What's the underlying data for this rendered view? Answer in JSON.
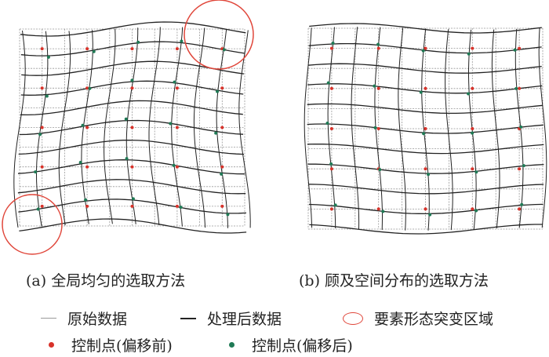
{
  "captions": {
    "a": "(a) 全局均匀的选取方法",
    "b": "(b) 顾及空间分布的选取方法"
  },
  "legend": {
    "original": "原始数据",
    "processed": "处理后数据",
    "region": "要素形态突变区域",
    "cp_before": "控制点(偏移前)",
    "cp_after": "控制点(偏移后)"
  },
  "colors": {
    "original": "#999999",
    "processed": "#222222",
    "region": "#e0463a",
    "cp_before": "#d8322a",
    "cp_after": "#1f7a55"
  }
}
